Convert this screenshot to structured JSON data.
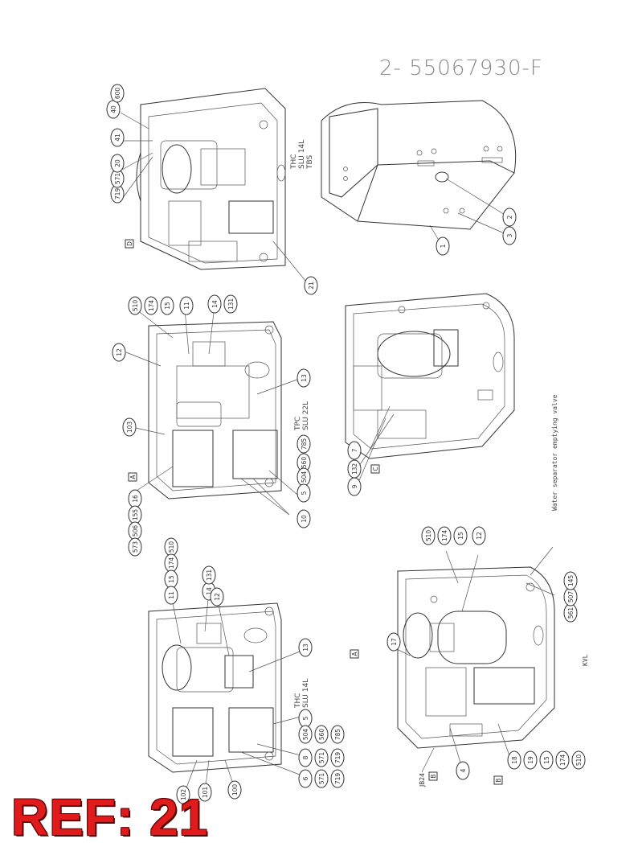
{
  "drawing_number": "2- 55067930-F",
  "ref_label": "REF: 21",
  "note_water_sep": "Water separator emptying valve",
  "initials": "KVL",
  "view_d": {
    "letter": "D",
    "model": [
      "THC",
      "SLU 14L",
      "TBS"
    ],
    "balloons": [
      "719",
      "571",
      "20",
      "41",
      "40",
      "600",
      "21"
    ]
  },
  "view_top_right": {
    "balloons": [
      "1",
      "2",
      "3"
    ]
  },
  "view_a_middle": {
    "letter": "A",
    "model": [
      "TPC",
      "SLU 22L"
    ],
    "balloons": [
      "510",
      "174",
      "15",
      "11",
      "14",
      "131",
      "12",
      "13",
      "103",
      "16",
      "155",
      "506",
      "573",
      "785",
      "560",
      "504",
      "5",
      "10"
    ]
  },
  "view_c": {
    "letter": "C",
    "balloons": [
      "132",
      "9",
      "7"
    ]
  },
  "view_bottom_left": {
    "model": [
      "THC",
      "SLU 14L"
    ],
    "balloons": [
      "510",
      "174",
      "15",
      "11",
      "14",
      "131",
      "12",
      "13",
      "5",
      "504",
      "560",
      "785",
      "8",
      "571",
      "719",
      "6",
      "571",
      "719",
      "100",
      "101",
      "102"
    ]
  },
  "view_b": {
    "letters": [
      "A",
      "B",
      "B"
    ],
    "jb": "JB24",
    "balloons": [
      "510",
      "174",
      "15",
      "12",
      "17",
      "561",
      "507",
      "145",
      "4",
      "18",
      "19",
      "15",
      "174",
      "510"
    ]
  }
}
